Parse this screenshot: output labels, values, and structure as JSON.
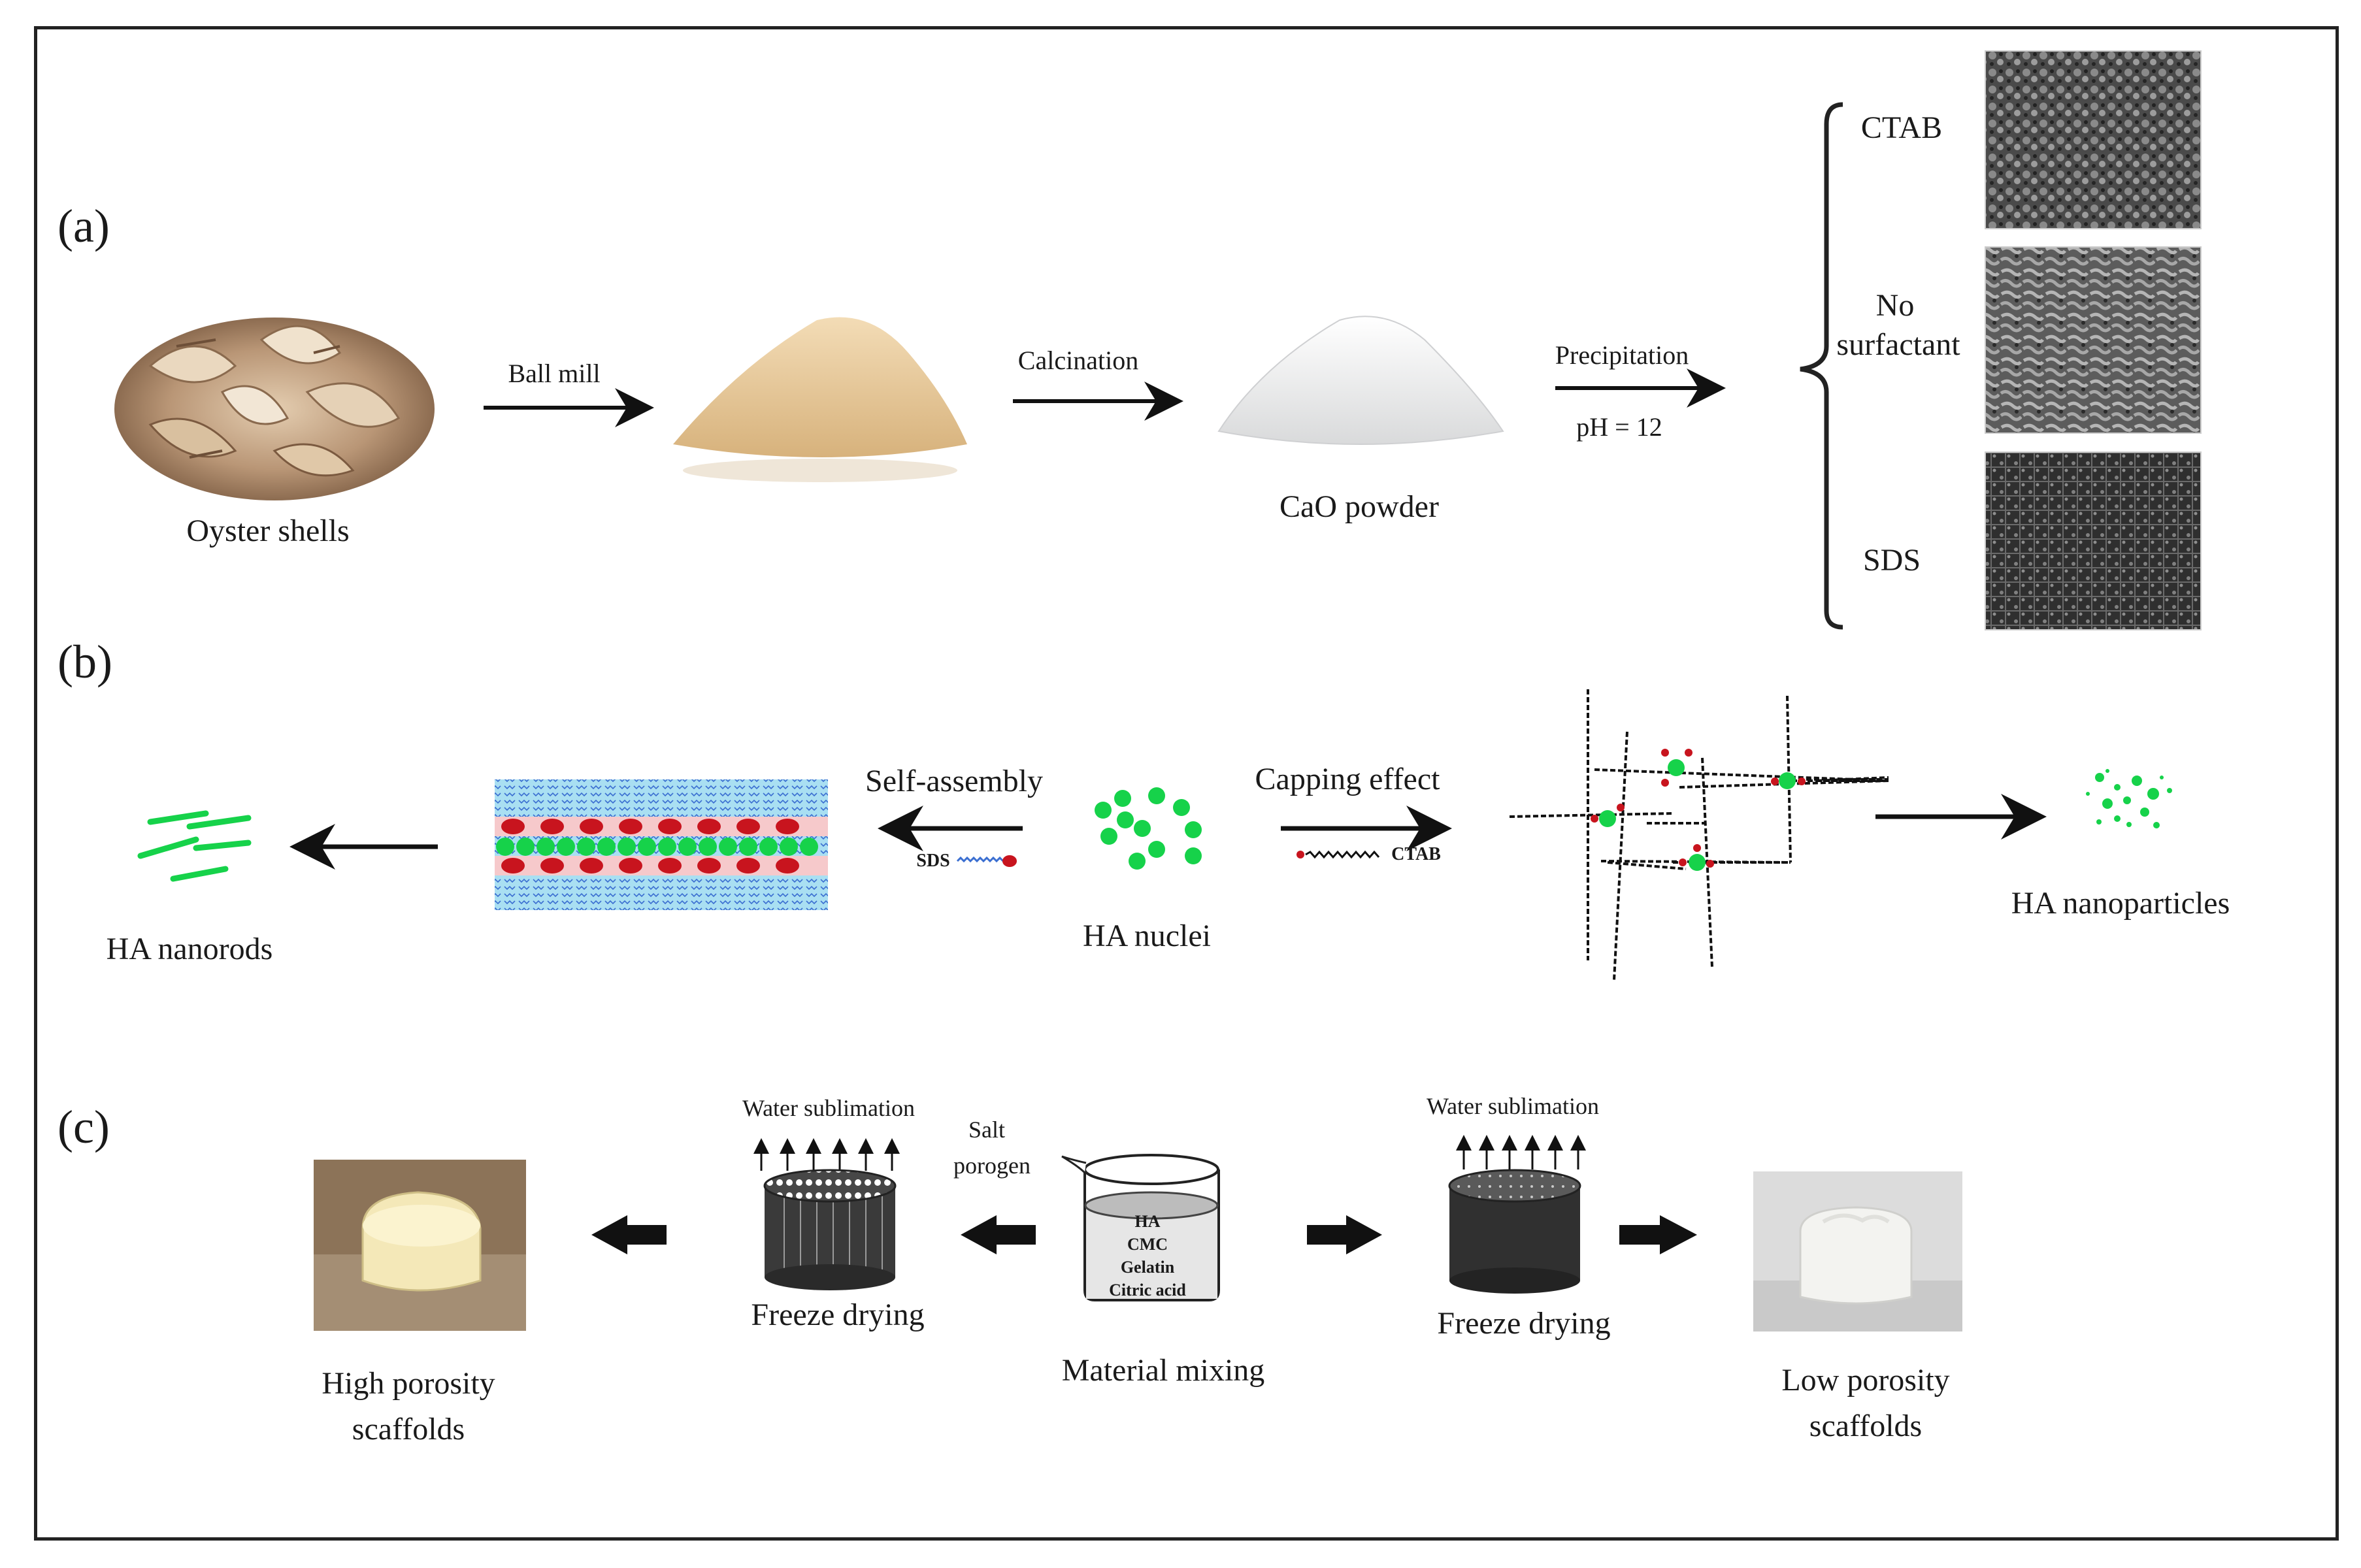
{
  "panels": {
    "a": "(a)",
    "b": "(b)",
    "c": "(c)"
  },
  "panel_a": {
    "oyster_label": "Oyster shells",
    "ball_mill": "Ball mill",
    "calcination": "Calcination",
    "cao_label": "CaO powder",
    "precipitation": "Precipitation",
    "ph": "pH = 12",
    "surfactants": {
      "ctab": "CTAB",
      "no_surf_1": "No",
      "no_surf_2": "surfactant",
      "sds": "SDS"
    }
  },
  "panel_b": {
    "nanorods": "HA nanorods",
    "self_assembly": "Self-assembly",
    "sds_tag": "SDS",
    "nuclei": "HA nuclei",
    "capping": "Capping effect",
    "ctab_tag": "CTAB",
    "nanoparticles": "HA nanoparticles"
  },
  "panel_c": {
    "high_1": "High porosity",
    "high_2": "scaffolds",
    "water_sub_left": "Water sublimation",
    "salt_1": "Salt",
    "salt_2": "porogen",
    "freeze_left": "Freeze drying",
    "mix_items": [
      "HA",
      "CMC",
      "Gelatin",
      "Citric acid"
    ],
    "mixing": "Material mixing",
    "water_sub_right": "Water sublimation",
    "freeze_right": "Freeze drying",
    "low_1": "Low porosity",
    "low_2": "scaffolds"
  },
  "colors": {
    "green": "#16d24a",
    "red": "#c8141e",
    "blue_layer": "#a9dff2",
    "pink_layer": "#f6c9cb",
    "shell": "#c8a987",
    "powder_tan": "#e9cfa2",
    "sem_dark": "#3b3b3b"
  }
}
